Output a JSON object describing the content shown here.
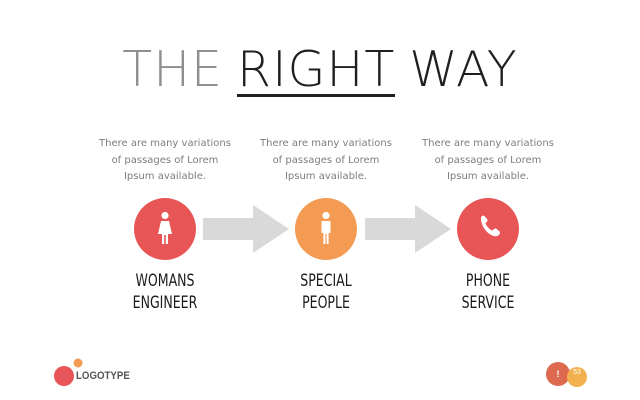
{
  "title": {
    "part1": "THE",
    "part2": "RIGHT",
    "part3": "WAY"
  },
  "colors": {
    "red": "#e85556",
    "orange": "#f39b52",
    "arrow": "#d9d9d9",
    "badge_red": "#dd6a4f",
    "badge_yellow": "#f3b04f"
  },
  "steps": [
    {
      "description": "There are many variations of passages of Lorem Ipsum available.",
      "icon": "woman-icon",
      "label_line1": "WOMANS",
      "label_line2": "ENGINEER"
    },
    {
      "description": "There are many variations of passages of Lorem Ipsum available.",
      "icon": "person-icon",
      "label_line1": "SPECIAL",
      "label_line2": "PEOPLE"
    },
    {
      "description": "There are many variations of passages of Lorem Ipsum available.",
      "icon": "phone-icon",
      "label_line1": "PHONE",
      "label_line2": "SERVICE"
    }
  ],
  "footer": {
    "logo_text": "LOGOTYPE",
    "page_number": "53"
  }
}
